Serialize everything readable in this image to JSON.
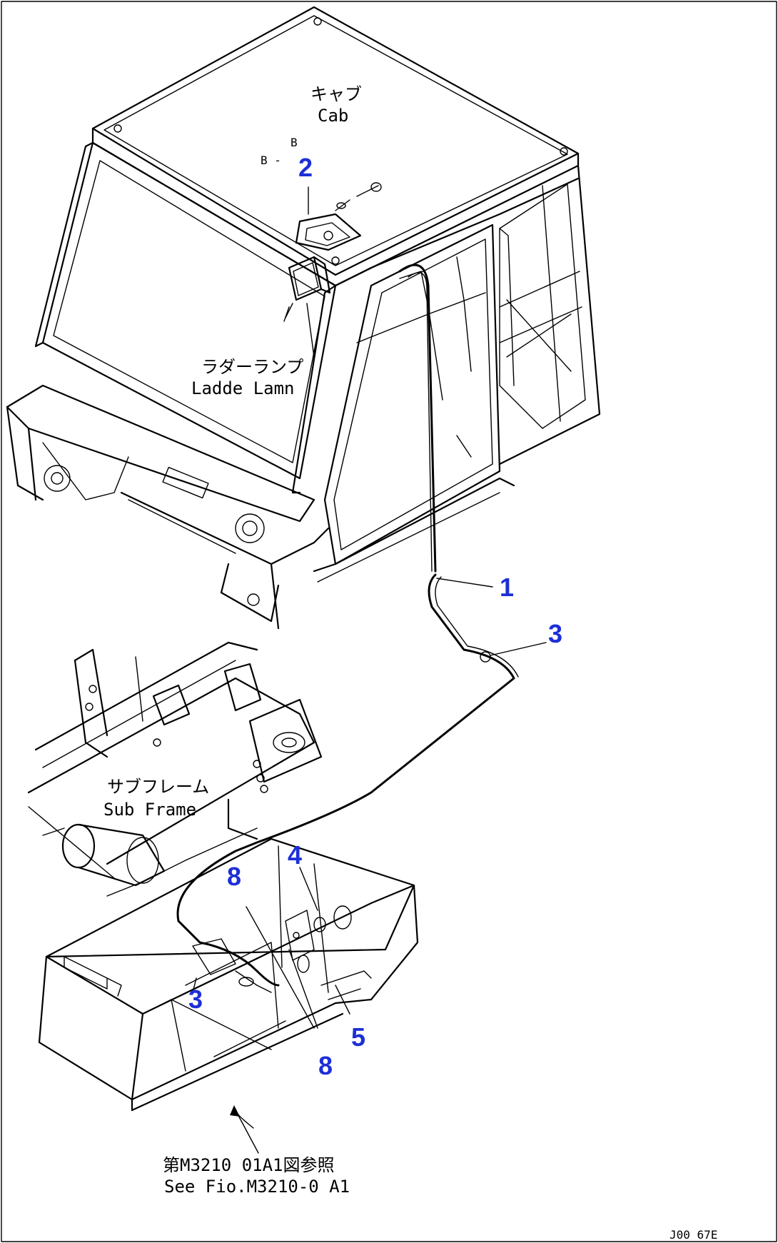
{
  "labels": {
    "cab_jp": "キャブ",
    "cab_en": "Cab",
    "lamp_jp": "ラダーランプ",
    "lamp_en": "Ladde  Lamn",
    "subframe_jp": "サブフレーム",
    "subframe_en": "Sub Frame",
    "ref_jp": "第M3210 01A1図参照",
    "ref_en": "See Fio.M3210-0 A1",
    "drawing_no": "J00 67E",
    "marker_b": "B",
    "marker_b_pair": "B  -"
  },
  "callouts": {
    "c1": "1",
    "c2": "2",
    "c3a": "3",
    "c3b": "3",
    "c4": "4",
    "c5": "5",
    "c8a": "8",
    "c8b": "8"
  },
  "colors": {
    "callout": "#1d2fd6",
    "line": "#000000"
  }
}
